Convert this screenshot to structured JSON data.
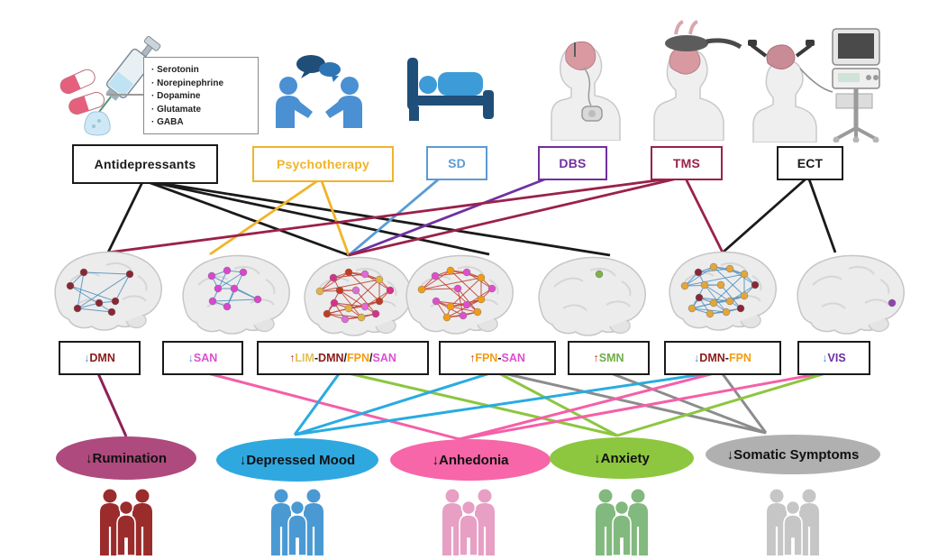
{
  "neurotransmitters": {
    "items": [
      "· Serotonin",
      "· Norepinephrine",
      "· Dopamine",
      "· Glutamate",
      "· GABA"
    ]
  },
  "treatments": {
    "items": [
      {
        "id": "antidepressants",
        "label": "Antidepressants",
        "color": "#1a1a1a"
      },
      {
        "id": "psychotherapy",
        "label": "Psychotherapy",
        "color": "#F0B429"
      },
      {
        "id": "sd",
        "label": "SD",
        "color": "#5B9BD5"
      },
      {
        "id": "dbs",
        "label": "DBS",
        "color": "#7030A0"
      },
      {
        "id": "tms",
        "label": "TMS",
        "color": "#9B2149"
      },
      {
        "id": "ect",
        "label": "ECT",
        "color": "#1a1a1a"
      }
    ]
  },
  "networks": {
    "items": [
      {
        "id": "dmn",
        "segments": [
          {
            "t": "↓ ",
            "c": "#4D8FD1"
          },
          {
            "t": "DMN",
            "c": "#8B1A1A"
          }
        ],
        "brain": {
          "nodes": [
            0,
            1,
            4,
            7,
            8,
            10,
            12
          ],
          "node_colors": [
            "#8B2635"
          ],
          "edge_color": "#4C8FBF",
          "density": "med"
        }
      },
      {
        "id": "san",
        "segments": [
          {
            "t": "↓ ",
            "c": "#4D8FD1"
          },
          {
            "t": "SAN",
            "c": "#DD4FD0"
          }
        ],
        "brain": {
          "nodes": [
            1,
            2,
            3,
            14,
            15,
            8,
            9,
            6
          ],
          "node_colors": [
            "#D946D0"
          ],
          "edge_color": "#4C8FBF",
          "density": "med"
        }
      },
      {
        "id": "lim",
        "segments": [
          {
            "t": "↑ ",
            "c": "#C0392B"
          },
          {
            "t": "LIM",
            "c": "#E5BE54"
          },
          {
            "t": "-",
            "c": "#1a1a1a"
          },
          {
            "t": "DMN",
            "c": "#8B1A1A"
          },
          {
            "t": "/",
            "c": "#1a1a1a"
          },
          {
            "t": "FPN",
            "c": "#F39C12"
          },
          {
            "t": "/",
            "c": "#1a1a1a"
          },
          {
            "t": "SAN",
            "c": "#DD4FD0"
          }
        ],
        "brain": {
          "nodes": [
            0,
            1,
            2,
            3,
            4,
            5,
            6,
            7,
            8,
            9,
            10,
            11,
            12,
            13,
            14,
            15
          ],
          "node_colors": [
            "#E3B341",
            "#D9308A",
            "#C23B22",
            "#E06AD6"
          ],
          "edge_color": "#C0392B",
          "density": "dense"
        }
      },
      {
        "id": "fpn_san",
        "segments": [
          {
            "t": "↑ ",
            "c": "#C0392B"
          },
          {
            "t": "FPN",
            "c": "#F39C12"
          },
          {
            "t": "-",
            "c": "#1a1a1a"
          },
          {
            "t": "SAN",
            "c": "#DD4FD0"
          }
        ],
        "brain": {
          "nodes": [
            0,
            1,
            2,
            3,
            4,
            5,
            6,
            7,
            8,
            9,
            11,
            12,
            13,
            15
          ],
          "node_colors": [
            "#F39C12",
            "#E04ECD"
          ],
          "edge_color": "#C0392B",
          "density": "dense"
        }
      },
      {
        "id": "smn",
        "segments": [
          {
            "t": "↑ ",
            "c": "#C0392B"
          },
          {
            "t": "SMN",
            "c": "#6FAE46"
          }
        ],
        "brain": {
          "nodes": [
            3
          ],
          "node_colors": [
            "#7CB342"
          ],
          "edge_color": "none",
          "density": "none"
        }
      },
      {
        "id": "dmn_fpn",
        "segments": [
          {
            "t": "↓ ",
            "c": "#4D8FD1"
          },
          {
            "t": "DMN",
            "c": "#8B1A1A"
          },
          {
            "t": "-",
            "c": "#1a1a1a"
          },
          {
            "t": "FPN",
            "c": "#F39C12"
          }
        ],
        "brain": {
          "nodes": [
            0,
            1,
            2,
            3,
            4,
            5,
            6,
            7,
            8,
            9,
            10,
            11,
            12,
            13,
            14,
            15
          ],
          "node_colors": [
            "#E3A63B",
            "#8B2635",
            "#E3A63B",
            "#E3A63B"
          ],
          "edge_color": "#4C8FBF",
          "density": "dense"
        }
      },
      {
        "id": "vis",
        "segments": [
          {
            "t": "↓ ",
            "c": "#4D8FD1"
          },
          {
            "t": "VIS",
            "c": "#6A2D9E"
          }
        ],
        "brain": {
          "nodes": [
            16
          ],
          "node_colors": [
            "#8E44AD"
          ],
          "edge_color": "none",
          "density": "none"
        }
      }
    ]
  },
  "symptoms": {
    "items": [
      {
        "id": "rumination",
        "label": "↓Rumination",
        "fill": "#AE4A7D",
        "people": "#9B2C2C"
      },
      {
        "id": "depressed_mood",
        "label": "↓Depressed Mood",
        "fill": "#2FA8E0",
        "people": "#4A99D3"
      },
      {
        "id": "anhedonia",
        "label": "↓Anhedonia",
        "fill": "#F666A8",
        "people": "#E79FC4"
      },
      {
        "id": "anxiety",
        "label": "↓Anxiety",
        "fill": "#8DC63F",
        "people": "#82B97E"
      },
      {
        "id": "somatic",
        "label": "↓Somatic Symptoms",
        "fill": "#B0B0B0",
        "people": "#C6C6C6"
      }
    ]
  },
  "edges": {
    "treatment_to_network": [
      {
        "from": "antidepressants",
        "to": "dmn",
        "color": "#1a1a1a"
      },
      {
        "from": "antidepressants",
        "to": "lim",
        "color": "#1a1a1a"
      },
      {
        "from": "antidepressants",
        "to": "fpn_san",
        "color": "#1a1a1a"
      },
      {
        "from": "antidepressants",
        "to": "smn",
        "color": "#1a1a1a"
      },
      {
        "from": "psychotherapy",
        "to": "san",
        "color": "#F0B429"
      },
      {
        "from": "psychotherapy",
        "to": "lim",
        "color": "#F0B429"
      },
      {
        "from": "sd",
        "to": "lim",
        "color": "#5B9BD5"
      },
      {
        "from": "dbs",
        "to": "lim",
        "color": "#7030A0"
      },
      {
        "from": "tms",
        "to": "dmn",
        "color": "#9B2149"
      },
      {
        "from": "tms",
        "to": "lim",
        "color": "#9B2149"
      },
      {
        "from": "tms",
        "to": "dmn_fpn",
        "color": "#9B2149"
      },
      {
        "from": "ect",
        "to": "dmn_fpn",
        "color": "#1a1a1a"
      },
      {
        "from": "ect",
        "to": "vis",
        "color": "#1a1a1a"
      }
    ],
    "network_to_symptom": [
      {
        "from": "dmn",
        "to": "rumination",
        "color": "#8E2157"
      },
      {
        "from": "san",
        "to": "anhedonia",
        "color": "#F55FA8"
      },
      {
        "from": "lim",
        "to": "depressed_mood",
        "color": "#29ABE2"
      },
      {
        "from": "lim",
        "to": "anxiety",
        "color": "#8CC63F"
      },
      {
        "from": "fpn_san",
        "to": "depressed_mood",
        "color": "#29ABE2"
      },
      {
        "from": "fpn_san",
        "to": "anxiety",
        "color": "#8CC63F"
      },
      {
        "from": "fpn_san",
        "to": "somatic",
        "color": "#8C8C8C"
      },
      {
        "from": "smn",
        "to": "somatic",
        "color": "#8C8C8C"
      },
      {
        "from": "dmn_fpn",
        "to": "depressed_mood",
        "color": "#29ABE2"
      },
      {
        "from": "dmn_fpn",
        "to": "anhedonia",
        "color": "#F55FA8"
      },
      {
        "from": "dmn_fpn",
        "to": "somatic",
        "color": "#8C8C8C"
      },
      {
        "from": "vis",
        "to": "anhedonia",
        "color": "#F55FA8"
      },
      {
        "from": "vis",
        "to": "anxiety",
        "color": "#8CC63F"
      }
    ]
  }
}
